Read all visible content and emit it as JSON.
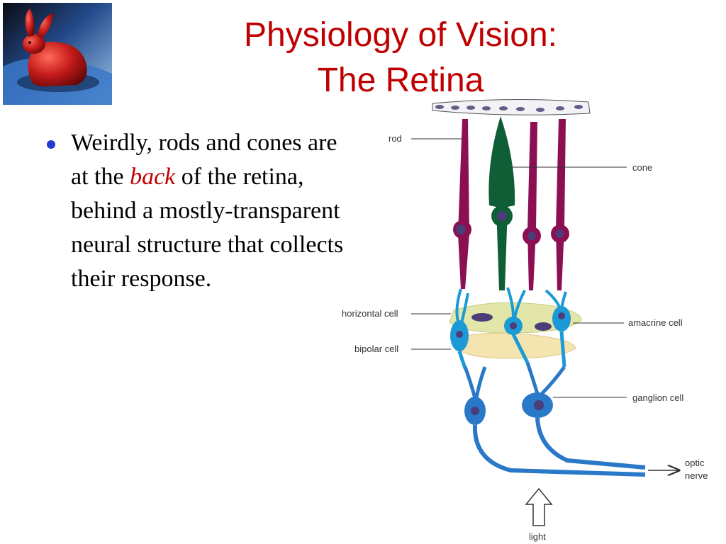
{
  "slide": {
    "title_line1": "Physiology of Vision:",
    "title_line2": "The Retina",
    "bullet": {
      "text_before": "Weirdly, rods and cones are at the",
      "emphasis": "back",
      "text_after": "of the retina, behind a mostly-transparent neural structure that collects their response."
    },
    "logo_icon": "red-bunny-logo",
    "colors": {
      "title": "#c00000",
      "emphasis": "#c00000",
      "bullet_dot": "#1f3bd1"
    }
  },
  "diagram": {
    "labels": {
      "rod": "rod",
      "cone": "cone",
      "horizontal": "horizontal cell",
      "amacrine": "amacrine cell",
      "bipolar": "bipolar cell",
      "ganglion": "ganglion cell",
      "optic_line1": "optic",
      "optic_line2": "nerve",
      "light": "light"
    },
    "colors": {
      "rod": "#8b0f52",
      "cone": "#0f5e36",
      "bipolar": "#1c9ad6",
      "ganglion": "#2a78c8",
      "horizontal": "#e2e6a8",
      "amacrine": "#f3e4b0",
      "nucleus": "#4a3d78"
    }
  }
}
